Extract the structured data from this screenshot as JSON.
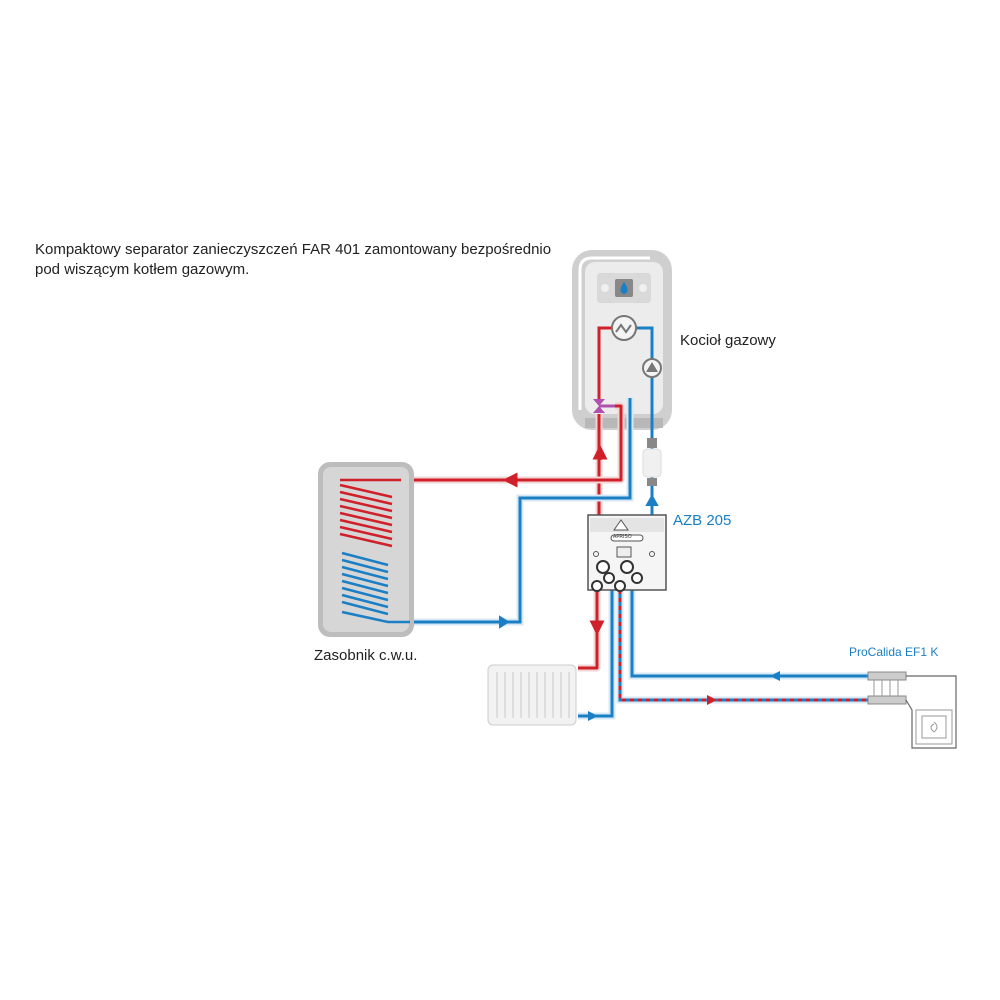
{
  "caption": {
    "line1": "Kompaktowy separator zanieczyszczeń FAR 401 zamontowany bezpośrednio",
    "line2": "pod wiszącym kotłem gazowym."
  },
  "labels": {
    "boiler": "Kocioł gazowy",
    "tank": "Zasobnik c.w.u.",
    "azb": "AZB 205",
    "manifold": "ProCalida EF1 K",
    "azb_brand": "AFRISO"
  },
  "colors": {
    "hot": "#d0202a",
    "cold": "#1a7fc4",
    "device_gray": "#c8c8c8",
    "valve_purple": "#b04fb0"
  }
}
